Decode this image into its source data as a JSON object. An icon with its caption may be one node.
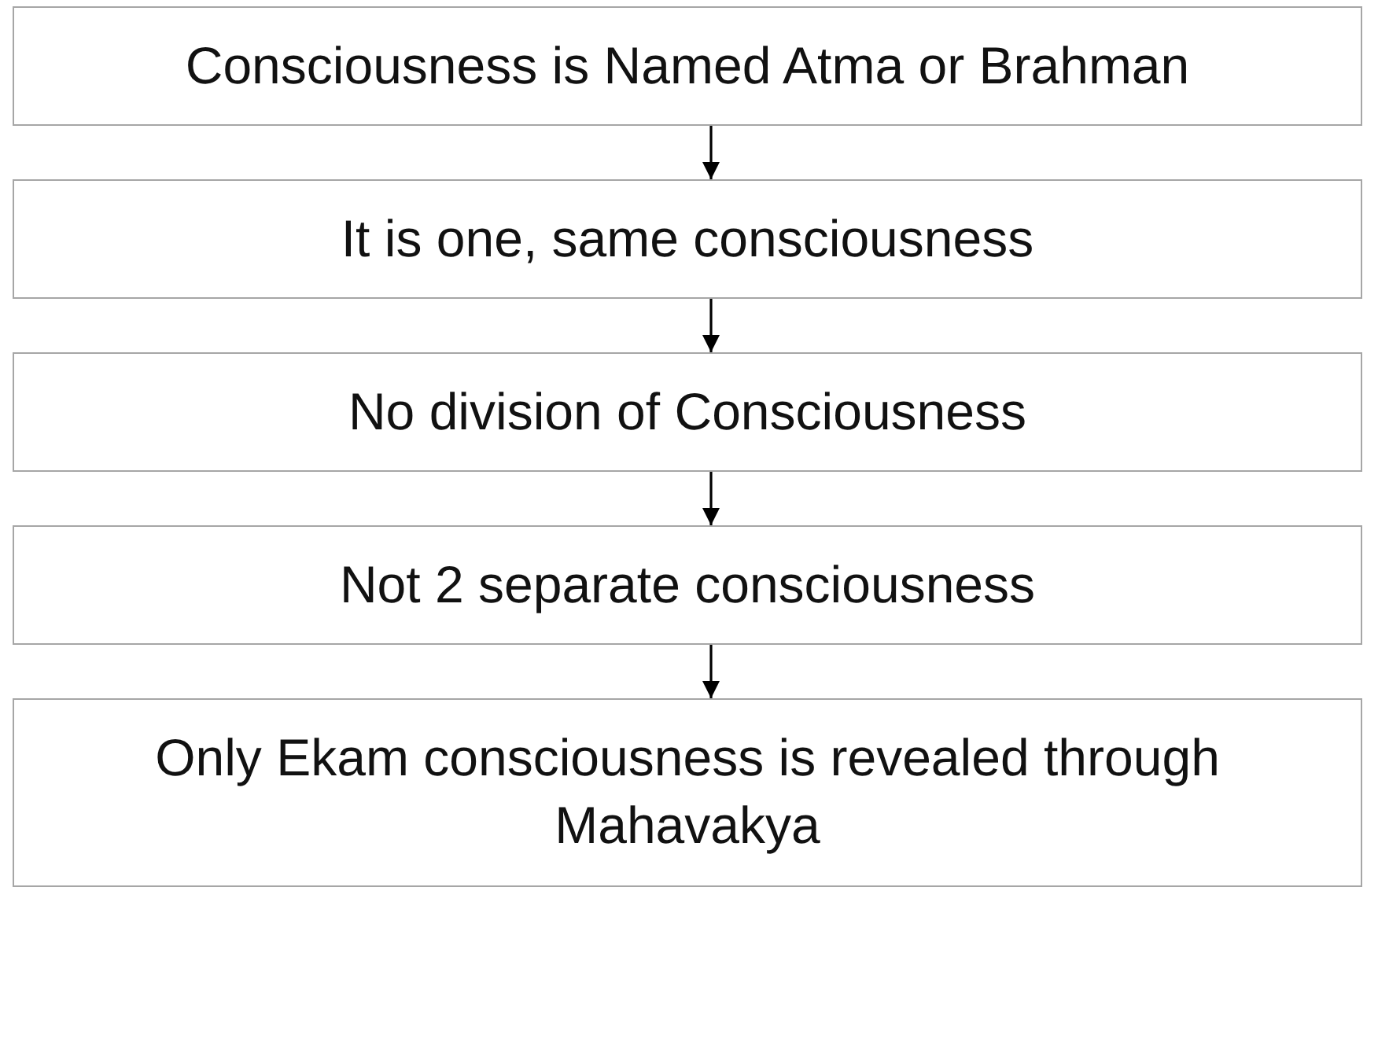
{
  "diagram": {
    "nodes": [
      {
        "text": [
          "Consciousness is Named Atma or Brahman"
        ]
      },
      {
        "text": [
          "It is one, same consciousness"
        ]
      },
      {
        "text": [
          "No division of Consciousness"
        ]
      },
      {
        "text": [
          "Not 2 separate consciousness"
        ]
      },
      {
        "text": [
          "Only Ekam consciousness is revealed through Mahavakya"
        ]
      }
    ],
    "edges": [
      {
        "from": 0,
        "to": 1,
        "arrow": "to"
      },
      {
        "from": 1,
        "to": 2,
        "arrow": "to"
      },
      {
        "from": 2,
        "to": 3,
        "arrow": "to"
      },
      {
        "from": 3,
        "to": 4,
        "arrow": "to"
      }
    ]
  }
}
